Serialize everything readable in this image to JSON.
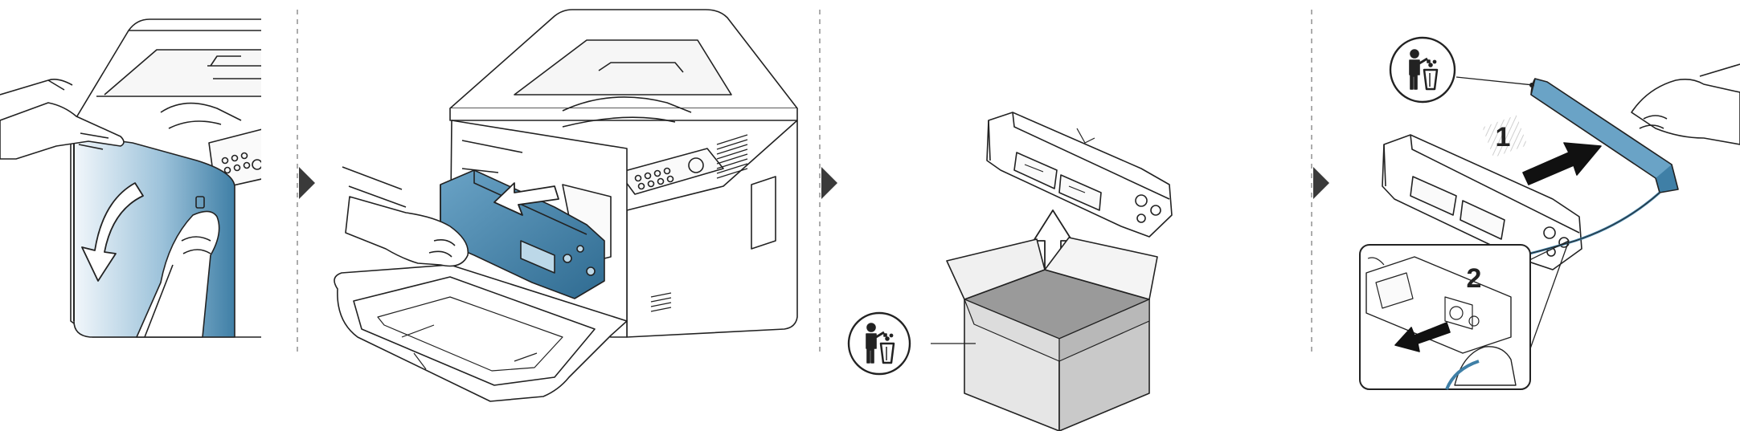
{
  "steps": [
    {
      "id": "open-front-cover"
    },
    {
      "id": "pull-out-cartridge"
    },
    {
      "id": "unpack-new-cartridge",
      "icon": "recycle-bin-icon"
    },
    {
      "id": "remove-protective-parts",
      "icon": "recycle-bin-icon",
      "substeps": [
        "1",
        "2"
      ]
    }
  ],
  "colors": {
    "accent": "#3f7fa6",
    "accent_light": "#bcd8e8",
    "line": "#222222",
    "divider": "#888888",
    "box_gray": "#e2e2e2",
    "box_dark": "#bdbdbd"
  }
}
